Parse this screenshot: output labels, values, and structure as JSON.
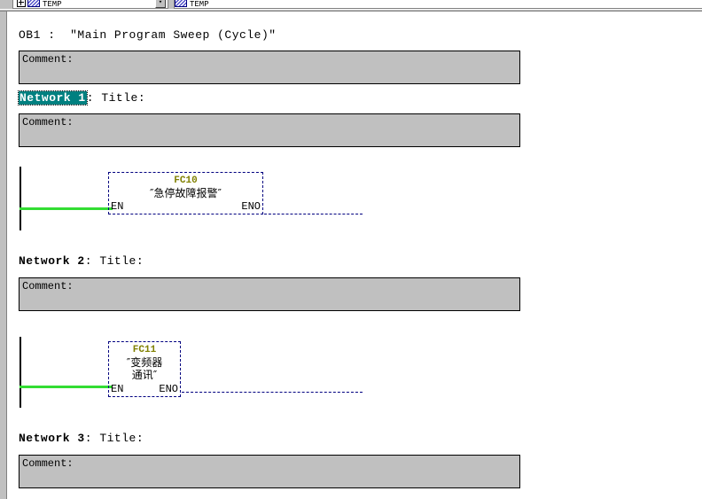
{
  "toolbar": {
    "left_pane_label": "TEMP",
    "right_pane_label": "TEMP",
    "dropdown_glyph": "▾",
    "tree_expand_glyph": "+"
  },
  "editor": {
    "block_title": "OB1 :  ″Main Program Sweep (Cycle)″",
    "block_comment": "Comment:",
    "networks": [
      {
        "name": "Network 1",
        "rest": ": Title:",
        "selected": true,
        "comment": "Comment:",
        "call": {
          "fc_name": "FC10",
          "fc_label": "″急停故障报警″",
          "fc_label_lines": [
            "″急停故障报警″"
          ],
          "en_pin": "EN",
          "eno_pin": "ENO"
        }
      },
      {
        "name": "Network 2",
        "rest": ": Title:",
        "selected": false,
        "comment": "Comment:",
        "call": {
          "fc_name": "FC11",
          "fc_label": "″变频器通讯″",
          "fc_label_lines": [
            "″变频器",
            "通讯″"
          ],
          "en_pin": "EN",
          "eno_pin": "ENO"
        }
      },
      {
        "name": "Network 3",
        "rest": ": Title:",
        "selected": false,
        "comment": "Comment:",
        "call": null
      }
    ]
  },
  "colors": {
    "selection_teal": "#008080",
    "fc_name_olive": "#808000",
    "power_rail_green": "#33dd33",
    "wire_navy": "#000080",
    "comment_gray": "#c0c0c0",
    "window_gray": "#c0c0c0"
  }
}
